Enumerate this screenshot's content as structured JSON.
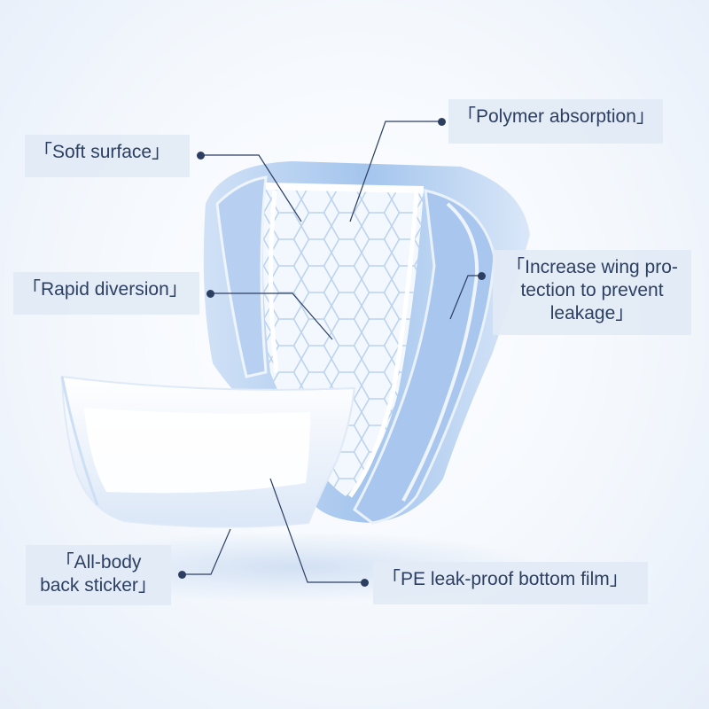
{
  "labels": {
    "soft_surface": "「Soft surface」",
    "polymer_absorption": "「Polymer absorption」",
    "rapid_diversion": "「Rapid diversion」",
    "wing_protection": "「Increase wing pro- tection to prevent leakage」",
    "all_body_sticker": "「All-body back sticker」",
    "pe_film": "「PE leak-proof bottom film」"
  },
  "colors": {
    "label_bg": "#e2eaf5",
    "label_text": "#2c3f63",
    "pad_blue": "#8fb8e8",
    "pad_white": "#ffffff"
  }
}
